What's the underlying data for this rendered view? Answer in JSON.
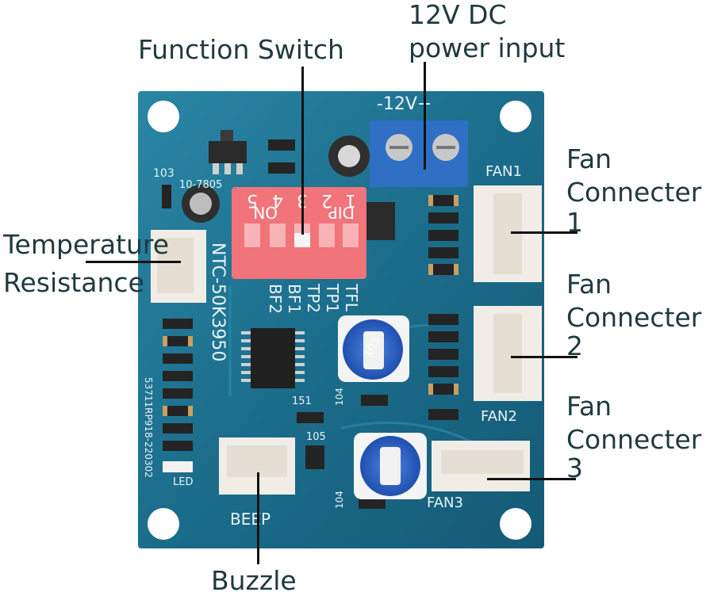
{
  "callouts": {
    "function_switch": "Function Switch",
    "power_input_line1": "12V DC",
    "power_input_line2": "power input",
    "temperature_line1": "Temperature",
    "temperature_line2": "Resistance",
    "fan1_line1": "Fan",
    "fan1_line2": "Connecter",
    "fan1_line3": "1",
    "fan2_line1": "Fan",
    "fan2_line2": "Connecter",
    "fan2_line3": "2",
    "fan3_line1": "Fan",
    "fan3_line2": "Connecter",
    "fan3_line3": "3",
    "buzzle": "Buzzle"
  },
  "board_silkscreen": {
    "power_polarity": "-12V+",
    "fan1": "FAN1",
    "fan2": "FAN2",
    "fan3": "FAN3",
    "beep": "BEEP",
    "led": "LED",
    "dip": "DIP",
    "on": "ON",
    "dip_numbers": [
      "5",
      "4",
      "3",
      "2",
      "1"
    ],
    "mode_lines": [
      "TFL",
      "TP1",
      "TP2",
      "BF1",
      "BF2"
    ],
    "sensor_text": "NTC-50K3950",
    "serial": "53711RP918-220302",
    "regulator": "10-7805",
    "cap_103": "103",
    "cap_151a": "151",
    "cap_105": "105",
    "cap_104a": "104",
    "cap_104b": "104",
    "pot_code": "103"
  },
  "colors": {
    "pcb": "#1f6f8b",
    "dip_switch": "#f0747a",
    "terminal_block": "#2f6fc4",
    "connector": "#f1ede6",
    "potentiometer": "#2c63c8",
    "label_text": "#1f3a3f"
  }
}
